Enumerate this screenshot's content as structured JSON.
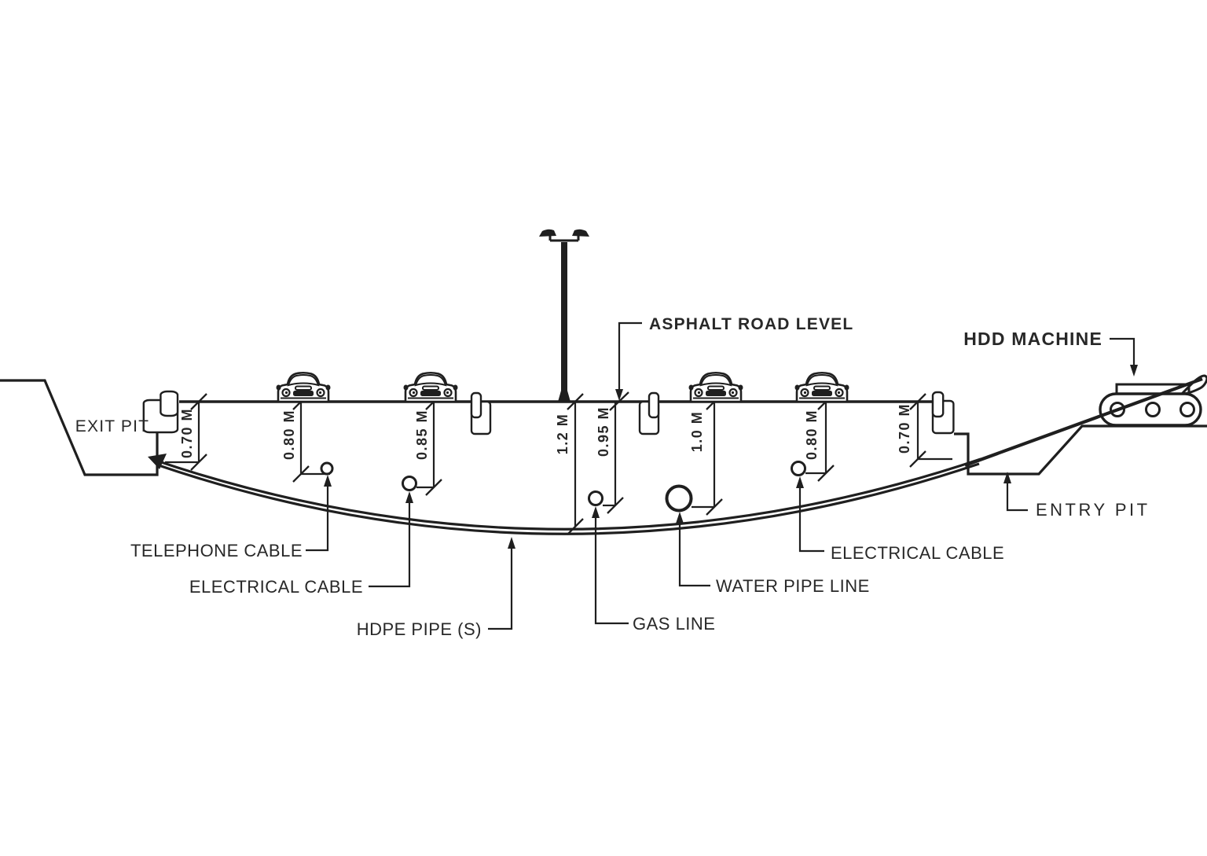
{
  "diagram": {
    "type": "HDD road crossing cross-section technical drawing",
    "labels": {
      "exit_pit": "EXIT PIT",
      "entry_pit": "ENTRY PIT",
      "asphalt_road_level": "ASPHALT ROAD LEVEL",
      "hdd_machine": "HDD MACHINE",
      "telephone_cable": "TELEPHONE CABLE",
      "electrical_cable_left": "ELECTRICAL CABLE",
      "electrical_cable_right": "ELECTRICAL CABLE",
      "hdpe_pipe": "HDPE PIPE (S)",
      "gas_line": "GAS LINE",
      "water_pipe_line": "WATER PIPE LINE"
    },
    "dims": [
      "0.70 M",
      "0.80 M",
      "0.85 M",
      "1.2 M",
      "0.95 M",
      "1.0 M",
      "0.80 M",
      "0.70 M"
    ],
    "icons": {
      "car": "car-front-icon",
      "street_light": "street-light-icon",
      "kerb": "kerb-stone-icon",
      "hdd_rig": "hdd-rig-icon",
      "bore_pipe": "bore-pipe-curve",
      "drill_rod": "drill-rod"
    },
    "colors": {
      "line": "#1f1f1f",
      "text": "#282828",
      "background": "#ffffff"
    }
  }
}
